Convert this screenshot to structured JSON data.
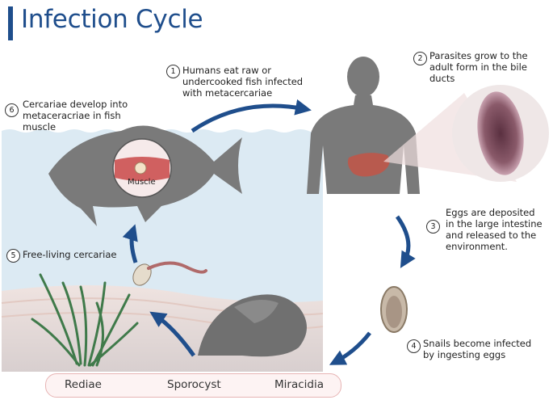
{
  "title": "Infection Cycle",
  "steps": [
    {
      "num": "1",
      "text": "Humans eat raw or undercooked fish infected with metacercariae"
    },
    {
      "num": "2",
      "text": "Parasites grow to the adult form in the bile ducts"
    },
    {
      "num": "3",
      "text": "Eggs are deposited in the large intestine and released to the environment."
    },
    {
      "num": "4",
      "text": "Snails become infected by ingesting eggs"
    },
    {
      "num": "5",
      "text": "Free-living cercariae"
    },
    {
      "num": "6",
      "text": "Cercariae develop into metaceracriae in fish muscle"
    }
  ],
  "muscle_label": "Muscle",
  "stages": [
    "Rediae",
    "Sporocyst",
    "Miracidia"
  ],
  "colors": {
    "title": "#1f4e8c",
    "arrow": "#1f4e8c",
    "water": "#dceaf3",
    "silhouette": "#7a7a7a",
    "liver": "#b85a4e",
    "stage_border": "#e7b4b4"
  }
}
